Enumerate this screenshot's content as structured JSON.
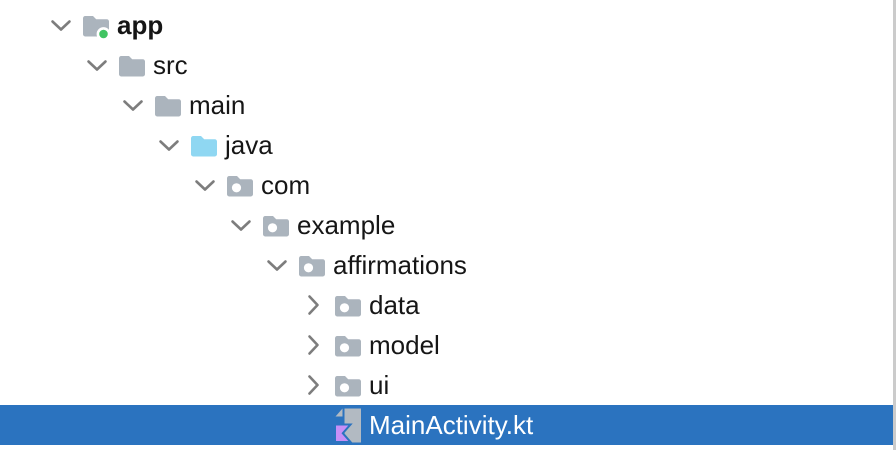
{
  "panel": {
    "kind": "project-file-tree"
  },
  "colors": {
    "selection_background": "#2b73bf",
    "selection_text": "#ffffff",
    "tree_text": "#161616",
    "folder_gray": "#abb4bd",
    "source_folder_blue": "#8fd7f2",
    "module_dot_green": "#41c463",
    "kotlin_purple": "#c68ff7",
    "kotlin_file_gray": "#b2bac2",
    "chevron_gray": "#7d7d7d",
    "panel_border": "#cbcbcb",
    "background": "#ffffff"
  },
  "tree": {
    "items": [
      {
        "label": "app",
        "level": 0,
        "icon": "module-folder",
        "state": "expanded",
        "bold": true,
        "selected": false
      },
      {
        "label": "src",
        "level": 1,
        "icon": "folder",
        "state": "expanded",
        "bold": false,
        "selected": false
      },
      {
        "label": "main",
        "level": 2,
        "icon": "folder",
        "state": "expanded",
        "bold": false,
        "selected": false
      },
      {
        "label": "java",
        "level": 3,
        "icon": "source-folder",
        "state": "expanded",
        "bold": false,
        "selected": false
      },
      {
        "label": "com",
        "level": 4,
        "icon": "package-folder",
        "state": "expanded",
        "bold": false,
        "selected": false
      },
      {
        "label": "example",
        "level": 5,
        "icon": "package-folder",
        "state": "expanded",
        "bold": false,
        "selected": false
      },
      {
        "label": "affirmations",
        "level": 6,
        "icon": "package-folder",
        "state": "expanded",
        "bold": false,
        "selected": false
      },
      {
        "label": "data",
        "level": 7,
        "icon": "package-folder",
        "state": "collapsed",
        "bold": false,
        "selected": false
      },
      {
        "label": "model",
        "level": 7,
        "icon": "package-folder",
        "state": "collapsed",
        "bold": false,
        "selected": false
      },
      {
        "label": "ui",
        "level": 7,
        "icon": "package-folder",
        "state": "collapsed",
        "bold": false,
        "selected": false
      },
      {
        "label": "MainActivity.kt",
        "level": 7,
        "icon": "kotlin-file",
        "state": "leaf",
        "bold": false,
        "selected": true
      }
    ]
  }
}
